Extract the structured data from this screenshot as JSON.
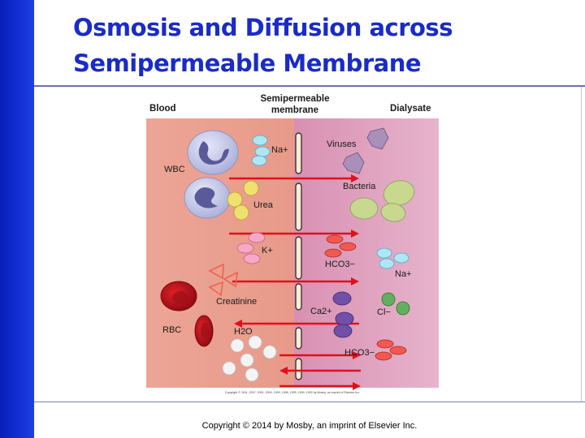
{
  "slide": {
    "title_line1": "Osmosis and Diffusion across",
    "title_line2": "Semipermeable Membrane",
    "copyright": "Copyright © 2014 by Mosby, an imprint of Elsevier Inc."
  },
  "diagram": {
    "headers": {
      "blood": "Blood",
      "membrane_line1": "Semipermeable",
      "membrane_line2": "membrane",
      "dialysate": "Dialysate"
    },
    "labels": {
      "wbc": "WBC",
      "na_blood": "Na+",
      "urea": "Urea",
      "k": "K+",
      "creatinine": "Creatinine",
      "rbc": "RBC",
      "h2o": "H2O",
      "viruses": "Viruses",
      "bacteria": "Bacteria",
      "hco3_1": "HCO3−",
      "na_dialysate": "Na+",
      "ca": "Ca2+",
      "cl": "Cl−",
      "hco3_2": "HCO3−"
    },
    "fine_print": "Copyright © 2011, 2007, 2001, 2000, 1999, 1996, 1995, 1990, 1992 by Mosby, an imprint of Elsevier Inc.",
    "colors": {
      "blood_side": "#eba08e",
      "dialysate_side": "#d998b8",
      "arrow": "#e0101a",
      "wbc": "#c8cbe8",
      "na": "#aee6f4",
      "urea": "#f0e070",
      "k": "#f7a8c8",
      "creatinine": "#f06050",
      "rbc": "#c01018",
      "h2o": "#f4f4f4",
      "virus": "#a890b8",
      "bacteria": "#c8d890",
      "hco3": "#f05850",
      "ca": "#7050a8",
      "cl": "#60b060"
    },
    "arrows": [
      {
        "id": "arrow-1",
        "direction": "right"
      },
      {
        "id": "arrow-2",
        "direction": "right"
      },
      {
        "id": "arrow-3",
        "direction": "right"
      },
      {
        "id": "arrow-4",
        "direction": "left"
      },
      {
        "id": "arrow-5",
        "direction": "right"
      },
      {
        "id": "arrow-6",
        "direction": "left"
      },
      {
        "id": "arrow-7",
        "direction": "right"
      }
    ]
  }
}
